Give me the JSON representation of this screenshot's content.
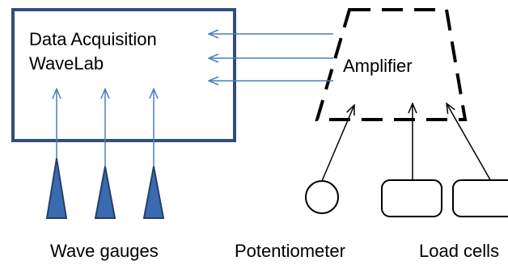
{
  "daq_box": {
    "line1": "Data Acquisition",
    "line2": "WaveLab"
  },
  "amplifier": {
    "label": "Amplifier"
  },
  "captions": {
    "wave_gauges": "Wave gauges",
    "potentiometer": "Potentiometer",
    "load_cells": "Load cells"
  },
  "colors": {
    "box_border": "#2e4f7c",
    "arrow": "#4a7ebb",
    "gauge_fill": "#3a6bb0",
    "gauge_stroke": "#243f66",
    "sensor_stroke": "#000000"
  },
  "icons": [
    "wave-gauge-icon",
    "potentiometer-icon",
    "load-cell-icon"
  ]
}
